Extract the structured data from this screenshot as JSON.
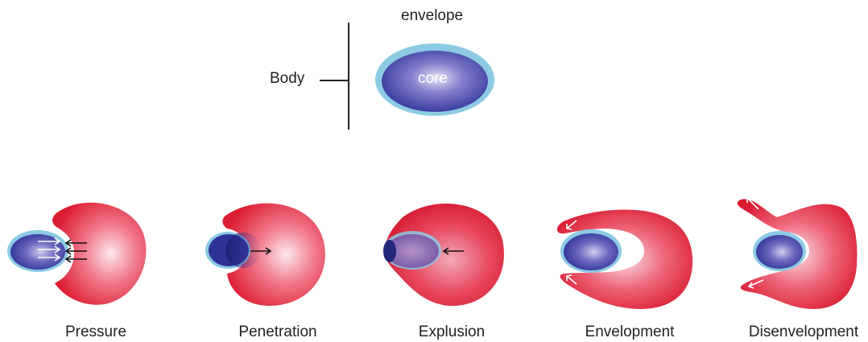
{
  "legend": {
    "envelope_label": "envelope",
    "core_label": "core",
    "body_label": "Body"
  },
  "interactions": [
    {
      "name": "Pressure"
    },
    {
      "name": "Penetration"
    },
    {
      "name": "Explusion"
    },
    {
      "name": "Envelopment"
    },
    {
      "name": "Disenvelopment"
    }
  ],
  "colors": {
    "red_body": "#e0283a",
    "red_highlight": "#fbe6ea",
    "blue_core": "#3338a0",
    "blue_highlight": "#d9d9f2",
    "envelope_blue": "#8fcfe6"
  }
}
